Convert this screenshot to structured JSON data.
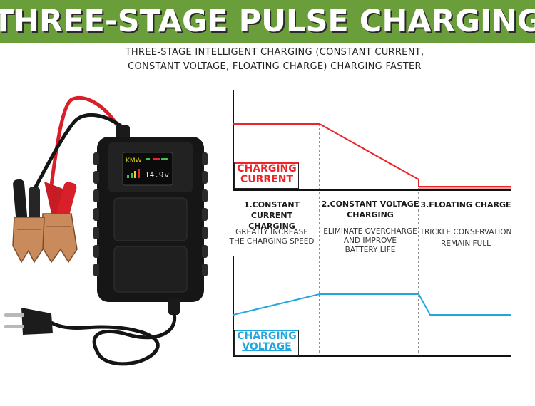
{
  "banner": {
    "title": "THREE-STAGE PULSE CHARGING"
  },
  "subtitle": {
    "line1": "THREE-STAGE INTELLIGENT CHARGING (CONSTANT CURRENT,",
    "line2": "CONSTANT VOLTAGE, FLOATING CHARGE) CHARGING FASTER"
  },
  "device": {
    "brand": "KMW",
    "display_value": "14.9",
    "display_unit": "V"
  },
  "labels": {
    "current_line1": "CHARGING",
    "current_line2": "CURRENT",
    "voltage_line1": "CHARGING",
    "voltage_line2": "VOLTAGE"
  },
  "stages": [
    {
      "title1": "1.CONSTANT CURRENT",
      "title2": "CHARGING",
      "desc1": "GREATLY INCREASE",
      "desc2": "THE CHARGING SPEED",
      "desc3": ""
    },
    {
      "title1": "2.CONSTANT VOLTAGE",
      "title2": "CHARGING",
      "desc1": "ELIMINATE OVERCHARGE",
      "desc2": "AND IMPROVE",
      "desc3": "BATTERY LIFE"
    },
    {
      "title1": "3.FLOATING CHARGE",
      "title2": "",
      "desc1": "TRICKLE CONSERVATION",
      "desc2": "REMAIN FULL",
      "desc3": ""
    }
  ],
  "colors": {
    "banner": "#6a9e3a",
    "current": "#e8262b",
    "voltage": "#22a6e0"
  }
}
